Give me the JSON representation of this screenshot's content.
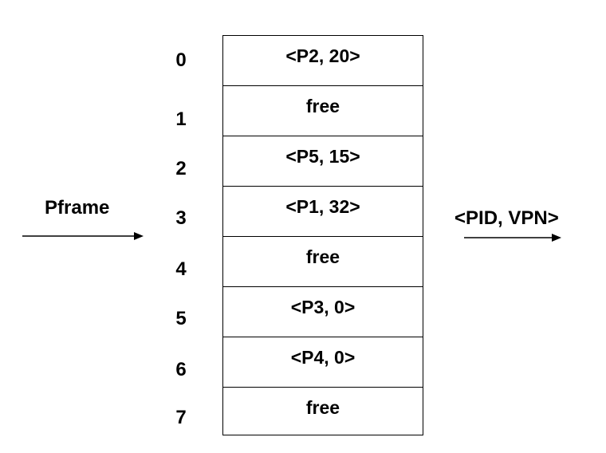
{
  "left_label": "Pframe",
  "right_label": "<PID, VPN>",
  "frames": [
    {
      "index": "0",
      "content": "<P2, 20>"
    },
    {
      "index": "1",
      "content": "free"
    },
    {
      "index": "2",
      "content": "<P5, 15>"
    },
    {
      "index": "3",
      "content": "<P1, 32>"
    },
    {
      "index": "4",
      "content": "free"
    },
    {
      "index": "5",
      "content": "<P3, 0>"
    },
    {
      "index": "6",
      "content": "<P4, 0>"
    },
    {
      "index": "7",
      "content": "free"
    }
  ]
}
